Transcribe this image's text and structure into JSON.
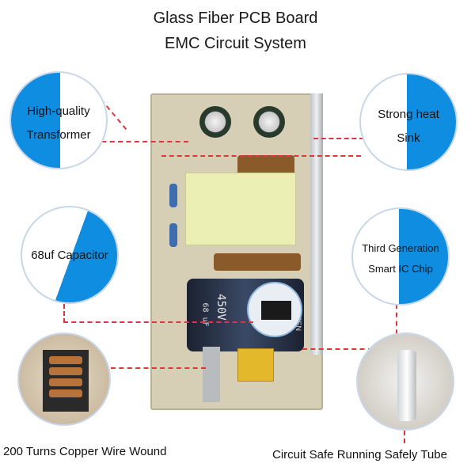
{
  "header": {
    "line1": "Glass Fiber PCB Board",
    "line2": "EMC Circuit System"
  },
  "callouts": {
    "transformer": {
      "line1": "High-quality",
      "line2": "Transformer"
    },
    "heat_sink": {
      "line1": "Strong heat",
      "line2": "Sink"
    },
    "capacitor": {
      "line1": "68uf Capacitor"
    },
    "ic_chip": {
      "line1": "Third Generation",
      "line2": "Smart  IC Chip"
    }
  },
  "captions": {
    "copper_wire": "200 Turns Copper Wire Wound",
    "safety_tube": "Circuit Safe Running Safely Tube"
  },
  "board_markings": {
    "cap_voltage": "450V",
    "cap_value": "68 uF",
    "brand": "QINFEN"
  },
  "colors": {
    "accent_blue": "#0f8de0",
    "leader_line": "#e0353b",
    "pcb": "#d6cfb5"
  }
}
